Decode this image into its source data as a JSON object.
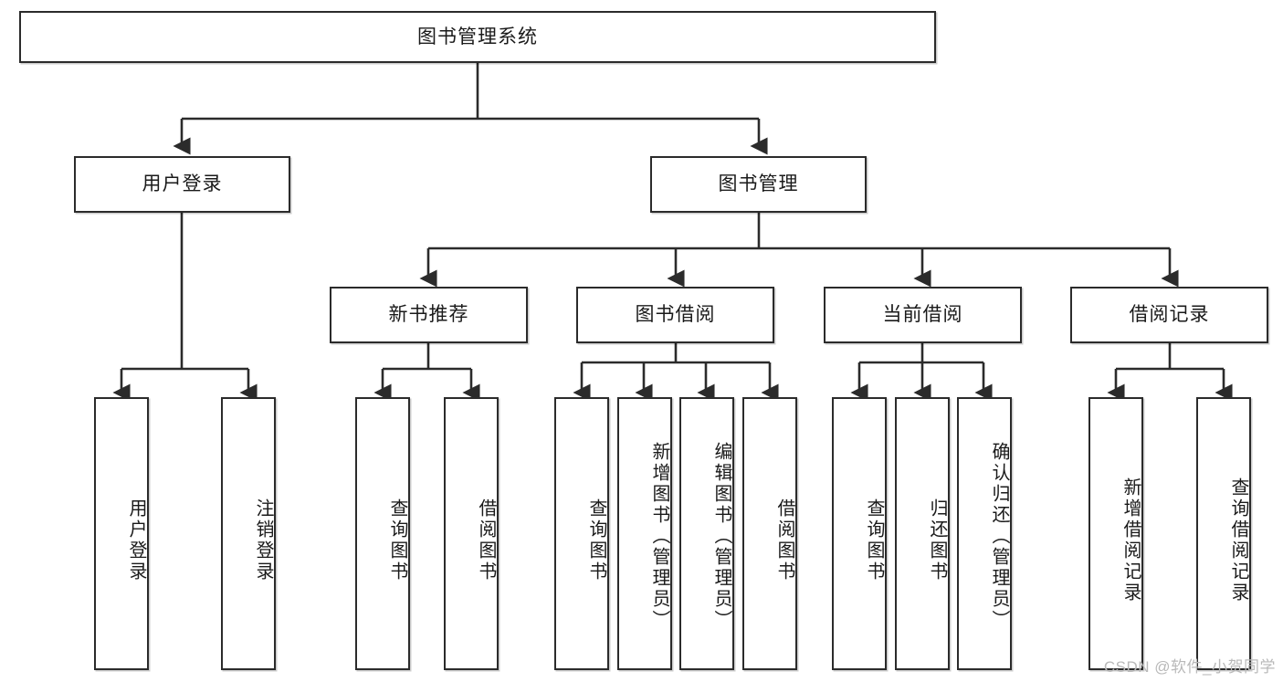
{
  "diagram": {
    "title": "图书管理系统",
    "type": "tree-hierarchy-diagram",
    "colors": {
      "box_border": "#2b2b2b",
      "box_fill": "#ffffff",
      "connector": "#2b2b2b",
      "watermark": "#b9b9b9",
      "page_background": "#ffffff"
    },
    "root": {
      "label": "图书管理系统"
    },
    "level2": [
      {
        "label": "用户登录"
      },
      {
        "label": "图书管理"
      }
    ],
    "level3": [
      {
        "label": "新书推荐"
      },
      {
        "label": "图书借阅"
      },
      {
        "label": "当前借阅"
      },
      {
        "label": "借阅记录"
      }
    ],
    "leaves": {
      "user_login": [
        {
          "label": "用户登录"
        },
        {
          "label": "注销登录"
        }
      ],
      "new_book_recommend": [
        {
          "label": "查询图书"
        },
        {
          "label": "借阅图书"
        }
      ],
      "book_borrow": [
        {
          "label": "查询图书"
        },
        {
          "label": "新增图书（管理员）"
        },
        {
          "label": "编辑图书（管理员）"
        },
        {
          "label": "借阅图书"
        }
      ],
      "current_borrow": [
        {
          "label": "查询图书"
        },
        {
          "label": "归还图书"
        },
        {
          "label": "确认归还（管理员）"
        }
      ],
      "borrow_record": [
        {
          "label": "新增借阅记录"
        },
        {
          "label": "查询借阅记录"
        }
      ]
    },
    "watermark": "CSDN @软件_小贺同学"
  }
}
